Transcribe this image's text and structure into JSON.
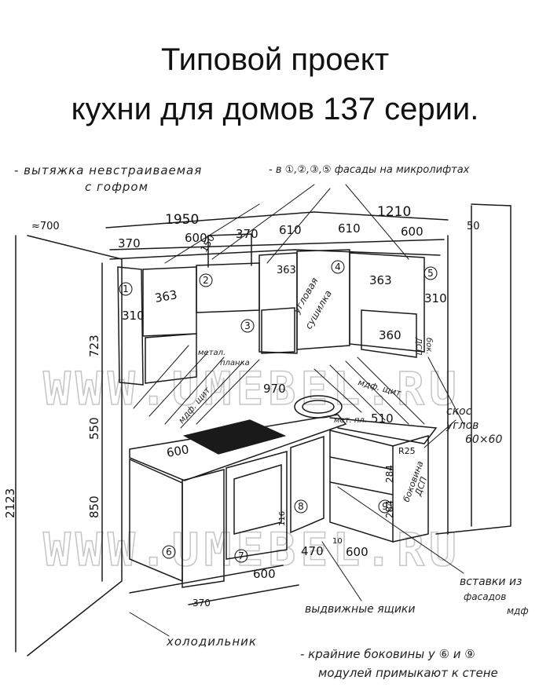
{
  "title": {
    "line1": "Типовой проект",
    "line2": "кухни для домов 137 серии."
  },
  "notes": {
    "hood1": "- вытяжка невстраиваемая",
    "hood2": "с гофром",
    "facades": "- в ①,②,③,⑤ фасады на микролифтах",
    "corner_bevel1": "скос",
    "corner_bevel2": "углов",
    "corner_bevel3": "60×60",
    "inserts1": "вставки из",
    "inserts2": "фасадов",
    "inserts3": "мдф",
    "drawers": "выдвижные ящики",
    "fridge": "холодильник",
    "sides1": "- крайние боковины у ⑥ и ⑨",
    "sides2": "модулей примыкают к стене",
    "corner_dryer1": "угловая",
    "corner_dryer2": "сушилка",
    "metal_strip1": "метал.",
    "metal_strip2": "планка",
    "shelf_dsp1": "бок.",
    "shelf_dsp2": "ДСП",
    "side_dsp1": "боковина",
    "side_dsp2": "ДСП",
    "mdf_left": "мдф. щит",
    "mdf_right": "мдф. щит",
    "metal_small": "мет. пл."
  },
  "dims": {
    "top_left_total": "1950",
    "top_right_total": "1210",
    "top_370a": "370",
    "top_600a": "600",
    "top_370b": "370",
    "top_610a": "610",
    "top_610b": "610",
    "top_600b": "600",
    "left_700": "≈700",
    "right_50": "50",
    "d150": "150",
    "h363a": "363",
    "h363b": "363",
    "h363c": "363",
    "h310a": "310",
    "h310b": "310",
    "d360": "360",
    "v723": "723",
    "v550": "550",
    "v850": "850",
    "v2123": "2123",
    "d970": "970",
    "d600_counter": "600",
    "d510": "510",
    "r25": "R25",
    "v284a": "284",
    "v284b": "284",
    "v116": "116",
    "v10": "10",
    "b470": "470",
    "b600a": "600",
    "b600b": "600",
    "b370": "370"
  },
  "modules": [
    "1",
    "2",
    "3",
    "4",
    "5",
    "6",
    "7",
    "8",
    "9"
  ],
  "watermark": "WWW.UMEBEL.RU"
}
